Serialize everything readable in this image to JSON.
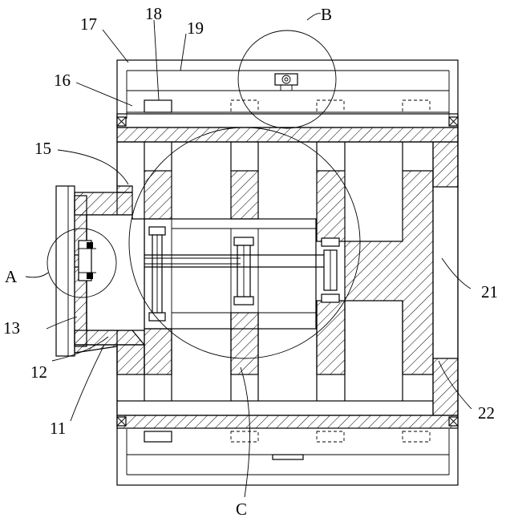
{
  "labels": {
    "l11": "11",
    "l12": "12",
    "l13": "13",
    "l15": "15",
    "l16": "16",
    "l17": "17",
    "l18": "18",
    "l19": "19",
    "l21": "21",
    "l22": "22",
    "lA": "A",
    "lB": "B",
    "lC": "C"
  },
  "colors": {
    "line": "#000000",
    "background": "#ffffff"
  }
}
